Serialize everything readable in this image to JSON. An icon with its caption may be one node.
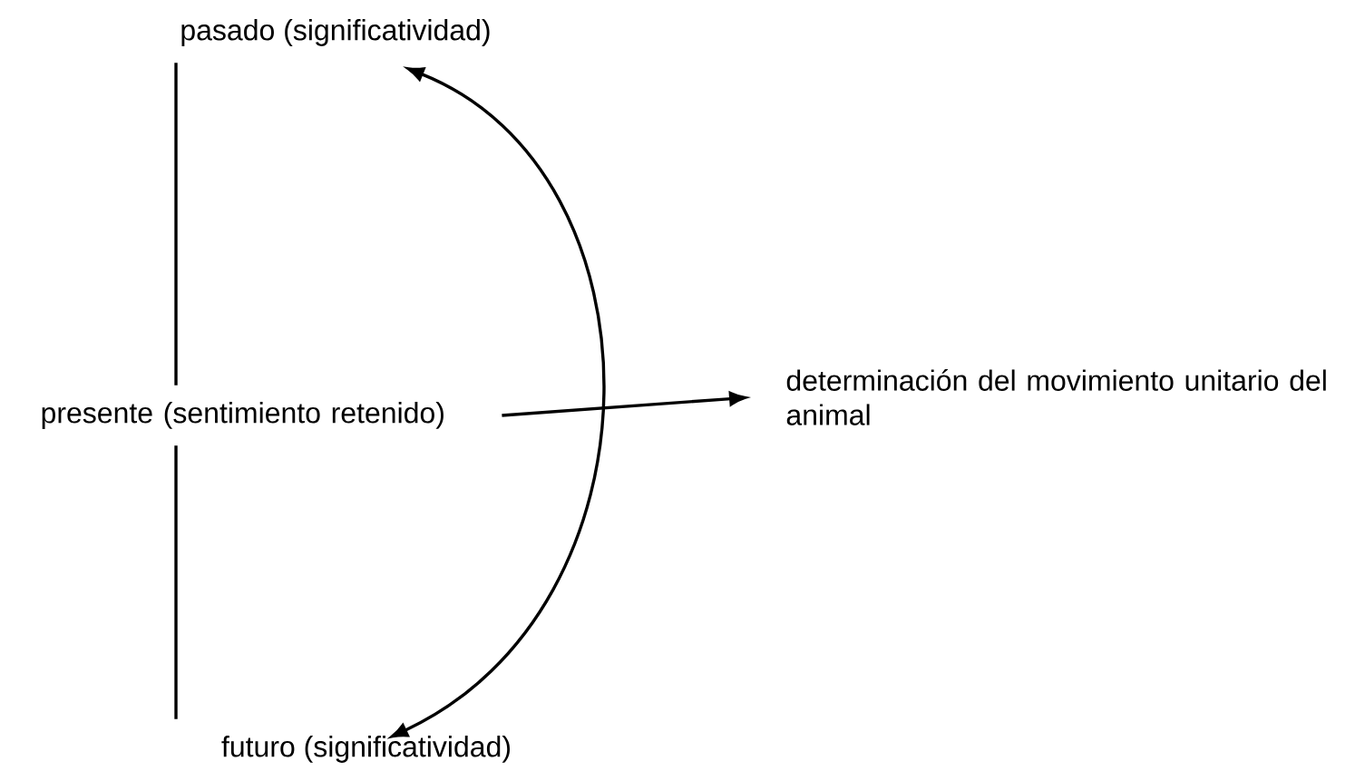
{
  "diagram": {
    "nodes": [
      {
        "text": [
          "pasado (significatividad)"
        ]
      },
      {
        "text": [
          "presente (sentimiento retenido)"
        ]
      },
      {
        "text": [
          "futuro (significatividad)"
        ]
      },
      {
        "text": [
          "determinación del movimiento unitario del animal"
        ]
      }
    ],
    "edges": [
      {
        "from": 0,
        "to": 1,
        "arrow": "none"
      },
      {
        "from": 1,
        "to": 2,
        "arrow": "none"
      },
      {
        "from": 0,
        "to": 2,
        "arrow": "both"
      },
      {
        "from": 1,
        "to": 3,
        "arrow": "to"
      }
    ]
  }
}
